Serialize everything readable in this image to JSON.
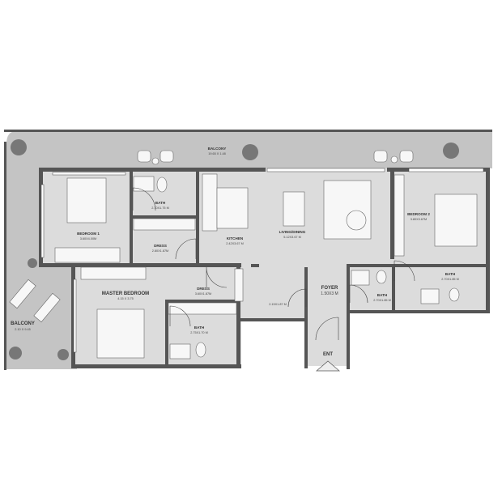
{
  "plan": {
    "rooms": {
      "balcony_top": {
        "name": "BALCONY",
        "size": "19.65 X 1.48"
      },
      "balcony_left": {
        "name": "BALCONY",
        "size": "2.10 X 9.45"
      },
      "bedroom1": {
        "name": "BEDROOM 1",
        "size": "3.60X4.00M"
      },
      "bath1": {
        "name": "BATH",
        "size": "2.70X1.75 M"
      },
      "dress1": {
        "name": "DRESS",
        "size": "2.80X1.87M"
      },
      "kitchen": {
        "name": "KITCHEN",
        "size": "2.42X3.67 M"
      },
      "living": {
        "name": "LIVING/DINING",
        "size": "5.12X3.67 M"
      },
      "bedroom2": {
        "name": "BEDROOM 2",
        "size": "3.80X3.67M"
      },
      "master": {
        "name": "MASTER BEDROOM",
        "size": "4.15 X 3.75"
      },
      "dress2": {
        "name": "DRESS",
        "size": "3.60X1.87M"
      },
      "bath2": {
        "name": "BATH",
        "size": "2.75X1.70 M"
      },
      "store": {
        "size": "2.15X1.87 M"
      },
      "foyer": {
        "name": "FOYER",
        "size": "1.50X3 M"
      },
      "bath3": {
        "name": "BATH",
        "size": "2.70X1.85 M"
      },
      "bath4": {
        "name": "BATH",
        "size": "2.70X1.85 M"
      }
    },
    "entrance": "ENT"
  }
}
